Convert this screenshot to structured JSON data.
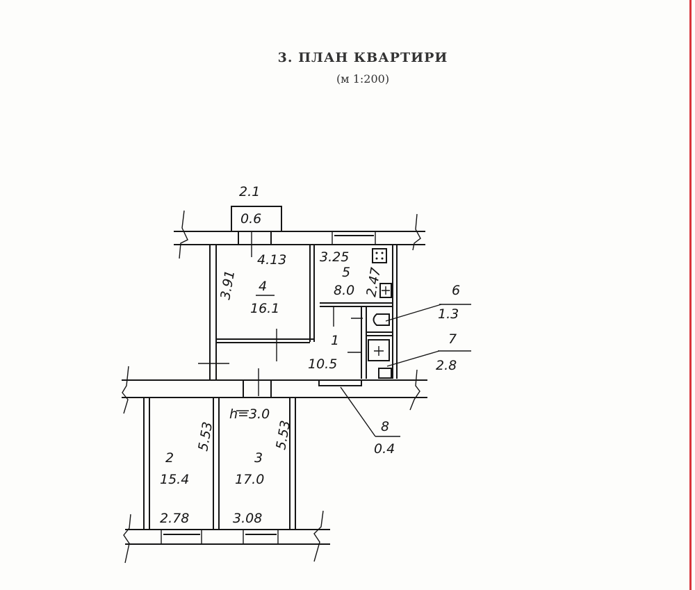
{
  "document": {
    "title": "3. ПЛАН КВАРТИРИ",
    "scale": "(м 1:200)"
  },
  "plan": {
    "balcony": {
      "width": "2.1",
      "area": "0.6"
    },
    "room_4": {
      "number": "4",
      "area": "16.1",
      "width": "4.13",
      "length": "3.91"
    },
    "room_5": {
      "number": "5",
      "area": "8.0",
      "width": "3.25",
      "length": "2.47"
    },
    "room_1": {
      "number": "1",
      "area": "10.5"
    },
    "room_6": {
      "number": "6",
      "area": "1.3"
    },
    "room_7": {
      "number": "7",
      "area": "2.8"
    },
    "room_8": {
      "number": "8",
      "area": "0.4"
    },
    "room_2": {
      "number": "2",
      "area": "15.4",
      "width": "2.78",
      "length": "5.53"
    },
    "room_3": {
      "number": "3",
      "area": "17.0",
      "width": "3.08",
      "length": "5.53"
    },
    "ceiling_height": "h=3.0"
  },
  "colors": {
    "ink": "#151515",
    "margin_line": "#d8333a",
    "paper": "#fdfdfb"
  }
}
